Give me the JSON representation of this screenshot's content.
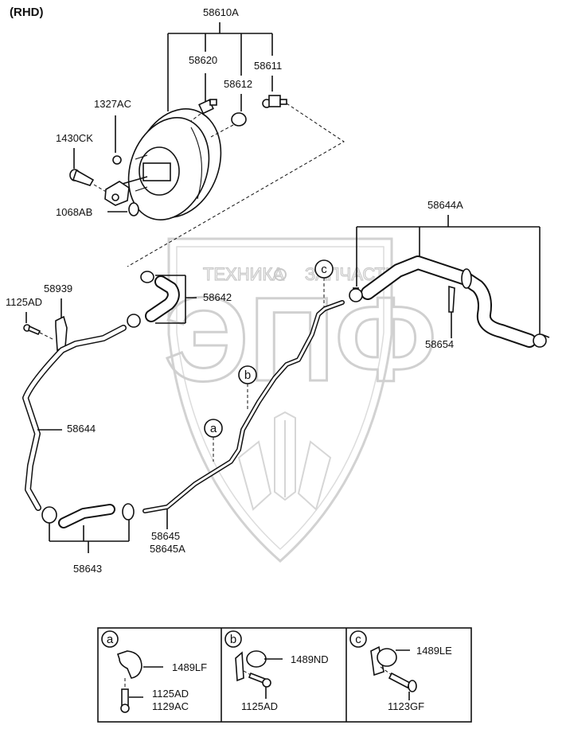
{
  "title": "(RHD)",
  "watermark": {
    "top_text_left": "ТЕХНИКА",
    "top_text_right": "ЗАПЧАСТИ",
    "big_text": "ЭПФ",
    "gear_icon": "gear-icon"
  },
  "labels": {
    "p58610A": "58610A",
    "p58620": "58620",
    "p58611": "58611",
    "p58612": "58612",
    "p1327AC": "1327AC",
    "p1430CK": "1430CK",
    "p1068AB": "1068AB",
    "p58644A": "58644A",
    "p58654": "58654",
    "p58939": "58939",
    "p1125AD": "1125AD",
    "p58642": "58642",
    "p58644": "58644",
    "p58643": "58643",
    "p58645": "58645",
    "p58645A": "58645A"
  },
  "callouts": {
    "a": "a",
    "b": "b",
    "c": "c"
  },
  "detail_panels": [
    {
      "key": "a",
      "parts": [
        "1489LF",
        "1125AD",
        "1129AC"
      ]
    },
    {
      "key": "b",
      "parts": [
        "1489ND",
        "1125AD"
      ]
    },
    {
      "key": "c",
      "parts": [
        "1489LE",
        "1123GF"
      ]
    }
  ]
}
